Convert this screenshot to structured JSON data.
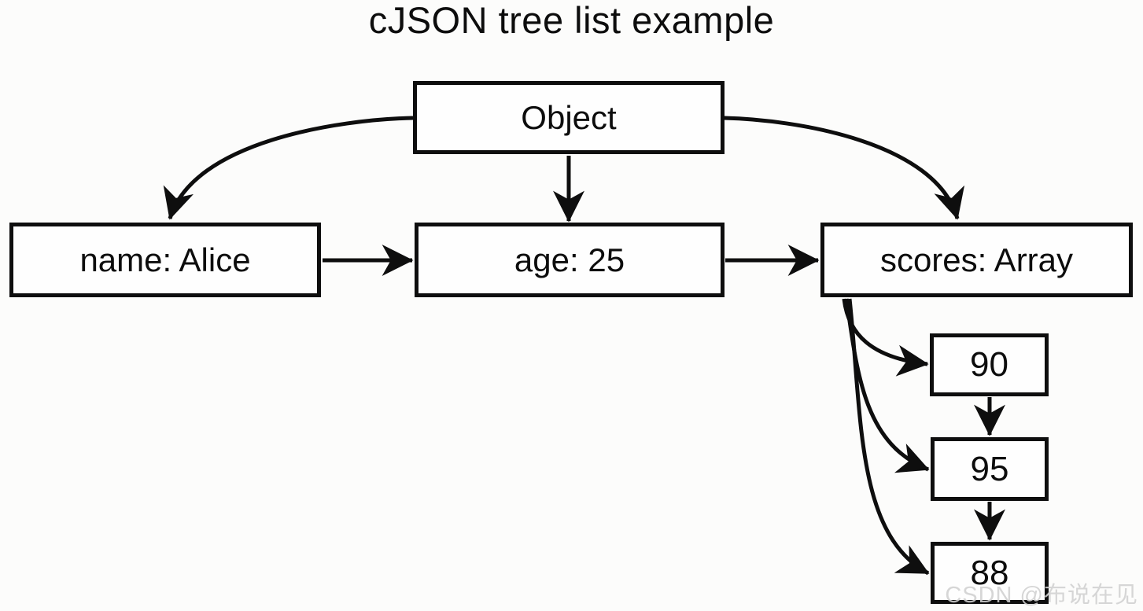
{
  "title": "cJSON tree list example",
  "diagram": {
    "nodes": {
      "object": {
        "label": "Object",
        "role": "root object"
      },
      "name": {
        "label": "name: Alice"
      },
      "age": {
        "label": "age: 25"
      },
      "scores": {
        "label": "scores: Array"
      },
      "score_90": {
        "label": "90"
      },
      "score_95": {
        "label": "95"
      },
      "score_88": {
        "label": "88"
      }
    },
    "edges": [
      {
        "from": "Object",
        "to": "name: Alice",
        "style": "curved"
      },
      {
        "from": "Object",
        "to": "age: 25",
        "style": "straight"
      },
      {
        "from": "Object",
        "to": "scores: Array",
        "style": "curved"
      },
      {
        "from": "name: Alice",
        "to": "age: 25",
        "style": "straight"
      },
      {
        "from": "age: 25",
        "to": "scores: Array",
        "style": "straight"
      },
      {
        "from": "scores: Array",
        "to": "90",
        "style": "curved"
      },
      {
        "from": "scores: Array",
        "to": "95",
        "style": "curved"
      },
      {
        "from": "scores: Array",
        "to": "88",
        "style": "curved"
      },
      {
        "from": "90",
        "to": "95",
        "style": "straight"
      },
      {
        "from": "95",
        "to": "88",
        "style": "straight"
      }
    ]
  },
  "watermark": "CSDN @布说在见",
  "colors": {
    "background": "#fcfcfb",
    "line": "#0e0e0e",
    "box_fill": "#fefefe",
    "watermark": "#d0d0d0"
  }
}
